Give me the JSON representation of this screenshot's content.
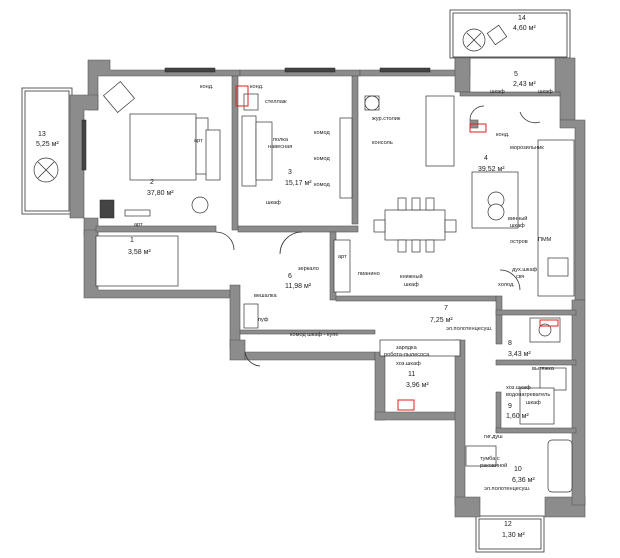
{
  "rooms": [
    {
      "num": "1",
      "area": "3,58 м²"
    },
    {
      "num": "2",
      "area": "37,80 м²"
    },
    {
      "num": "3",
      "area": "15,17 м²"
    },
    {
      "num": "4",
      "area": "39,52 м²"
    },
    {
      "num": "5",
      "area": "2,43 м²"
    },
    {
      "num": "6",
      "area": "11,98 м²"
    },
    {
      "num": "7",
      "area": "7,25 м²"
    },
    {
      "num": "8",
      "area": "3,43 м²"
    },
    {
      "num": "9",
      "area": "1,60 м²"
    },
    {
      "num": "10",
      "area": "6,36 м²"
    },
    {
      "num": "11",
      "area": "3,96 м²"
    },
    {
      "num": "12",
      "area": "1,30 м²"
    },
    {
      "num": "13",
      "area": "5,25 м²"
    },
    {
      "num": "14",
      "area": "4,60 м²"
    }
  ],
  "labels": {
    "kond1": "конд.",
    "stellazh": "стеллаж",
    "polka1": "полка",
    "polka2": "навесная",
    "komod1": "комод",
    "komod2": "комод",
    "komod3": "комод",
    "shkaf_r3": "шкаф",
    "art_r2a": "арт",
    "art_r2b": "арт",
    "zhur_stolik": "жур.столик",
    "konsol": "консоль",
    "kond4": "конд.",
    "morozilnik": "морозильник",
    "vinny1": "винный",
    "vinny2": "шкаф",
    "ostrov": "остров",
    "pmm": "ПММ",
    "dukh1": "дух.шкаф",
    "dukh2": "свч",
    "kholod": "холод.",
    "shkaf5a": "шкаф",
    "shkaf5b": "шкаф",
    "zerkalo": "зеркало",
    "art6": "арт",
    "pianino": "пианино",
    "knizh1": "книжный",
    "knizh2": "шкаф",
    "veshalka": "вешалка",
    "puf": "пуф",
    "komod_shkaf": "комод  шкаф - купе",
    "el_pol1": "эл.полотенцесуш.",
    "zaryadka": "зарядка",
    "robot": "робота-пылесоса",
    "khoz_shkaf": "хоз.шкаф",
    "khoz_shkaf9": "хоз.шкаф",
    "vodonagr": "водонагреватель",
    "shkaf9": "шкаф",
    "vytyazh": "вытяжка",
    "gig_dush": "гиг.душ",
    "tumba1": "тумба с",
    "tumba2": "раковиной",
    "el_pol2": "эл.полотенцесуш."
  }
}
